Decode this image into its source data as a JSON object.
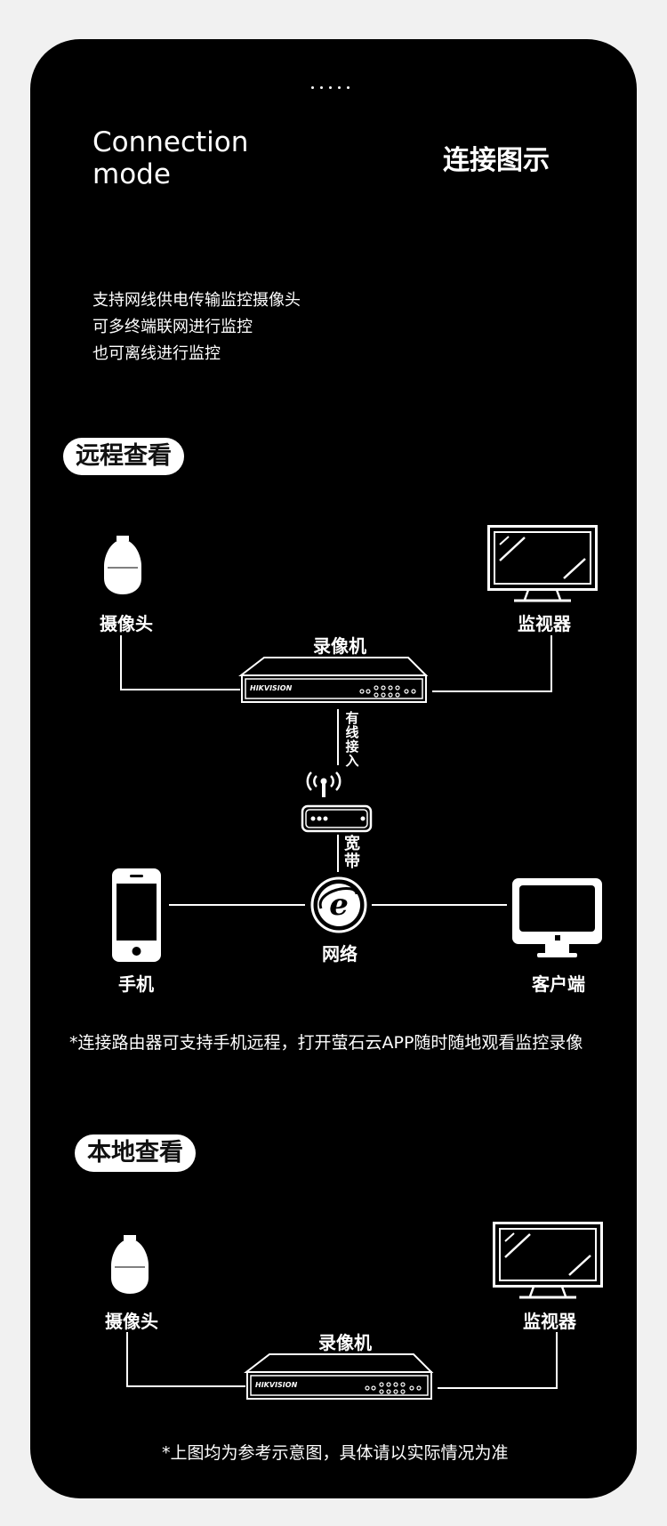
{
  "header": {
    "title_en": "Connection mode",
    "title_cn": "连接图示",
    "intro_lines": [
      "支持网线供电传输监控摄像头",
      "可多终端联网进行监控",
      "也可离线进行监控"
    ]
  },
  "remote": {
    "section_label": "远程查看",
    "camera_label": "摄像头",
    "monitor_label": "监视器",
    "nvr_label": "录像机",
    "nvr_brand": "HIKVISION",
    "wired_label": "有线接入",
    "broadband_label": "宽带",
    "network_label": "网络",
    "phone_label": "手机",
    "client_label": "客户端",
    "note": "*连接路由器可支持手机远程，打开萤石云APP随时随地观看监控录像"
  },
  "local": {
    "section_label": "本地查看",
    "camera_label": "摄像头",
    "monitor_label": "监视器",
    "nvr_label": "录像机",
    "nvr_brand": "HIKVISION"
  },
  "footer_note": "*上图均为参考示意图，具体请以实际情况为准",
  "colors": {
    "background": "#000000",
    "foreground": "#ffffff",
    "page": "#f1f1f1"
  },
  "icons": [
    "camera-icon",
    "monitor-icon",
    "nvr-icon",
    "router-icon",
    "internet-icon",
    "phone-icon",
    "desktop-icon"
  ]
}
